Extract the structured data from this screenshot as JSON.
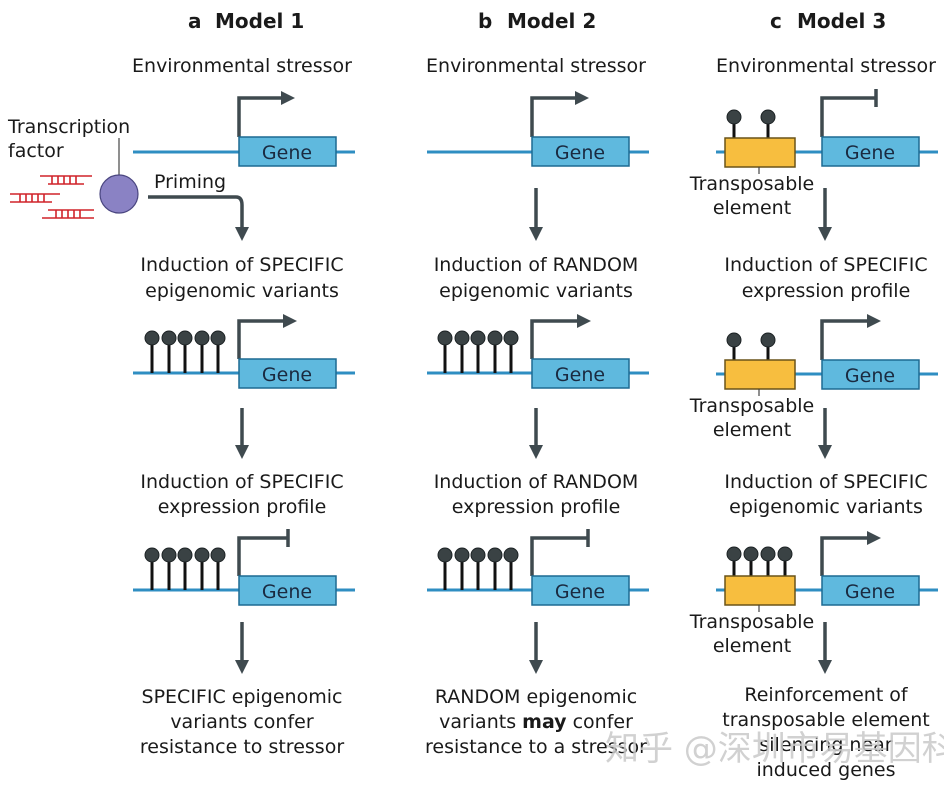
{
  "panels": [
    {
      "letter": "a",
      "title": "Model 1",
      "stressor": "Environmental stressor",
      "gene_label": "Gene",
      "tf_label_1": "Transcription",
      "tf_label_2": "factor",
      "priming_label": "Priming",
      "step1_line1": "Induction of SPECIFIC",
      "step1_line2": "epigenomic variants",
      "step2_line1": "Induction of SPECIFIC",
      "step2_line2": "expression profile",
      "final_line1": "SPECIFIC epigenomic",
      "final_line2": "variants confer",
      "final_line3": "resistance to stressor"
    },
    {
      "letter": "b",
      "title": "Model 2",
      "stressor": "Environmental stressor",
      "gene_label": "Gene",
      "step1_line1": "Induction of RANDOM",
      "step1_line2": "epigenomic variants",
      "step2_line1": "Induction of RANDOM",
      "step2_line2": "expression profile",
      "final_line1": "RANDOM epigenomic",
      "final_line2_pre": "variants ",
      "final_line2_bold": "may",
      "final_line2_post": " confer",
      "final_line3": "resistance to a stressor"
    },
    {
      "letter": "c",
      "title": "Model 3",
      "stressor": "Environmental stressor",
      "gene_label": "Gene",
      "te_label_1": "Transposable",
      "te_label_2": "element",
      "step1_line1": "Induction of SPECIFIC",
      "step1_line2": "expression profile",
      "step2_line1": "Induction of SPECIFIC",
      "step2_line2": "epigenomic variants",
      "final_line1": "Reinforcement of",
      "final_line2": "transposable element",
      "final_line3": "silencing near",
      "final_line4": "induced genes"
    }
  ],
  "watermark": "知乎 @深圳市易基因科技",
  "colors": {
    "dna": "#2f8ec2",
    "gene": "#5fb9de",
    "transposable_element": "#f7be3f",
    "transcription_factor": "#8a82c4",
    "rna": "#d0232a",
    "methylation": "#3a4244"
  }
}
